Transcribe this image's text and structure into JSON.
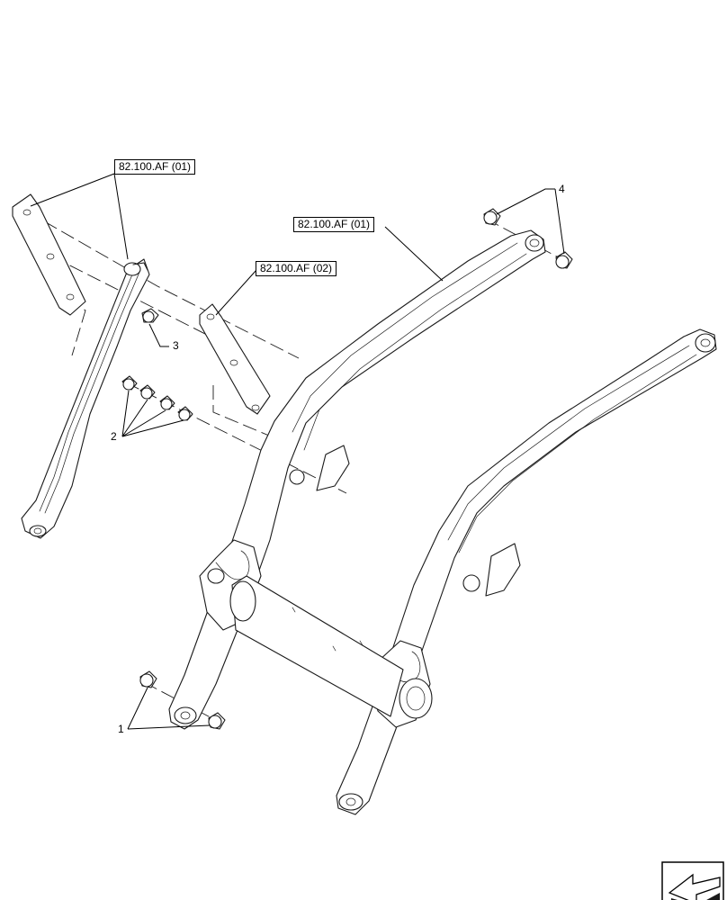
{
  "references": {
    "arm_links": "82.100.AF (01)",
    "plate": "82.100.AF (02)",
    "boom": "82.100.AF (01)"
  },
  "callouts": {
    "item1": "1",
    "item2": "2",
    "item3": "3",
    "item4": "4"
  },
  "icons": {
    "navigation": "back-arrow-icon"
  }
}
